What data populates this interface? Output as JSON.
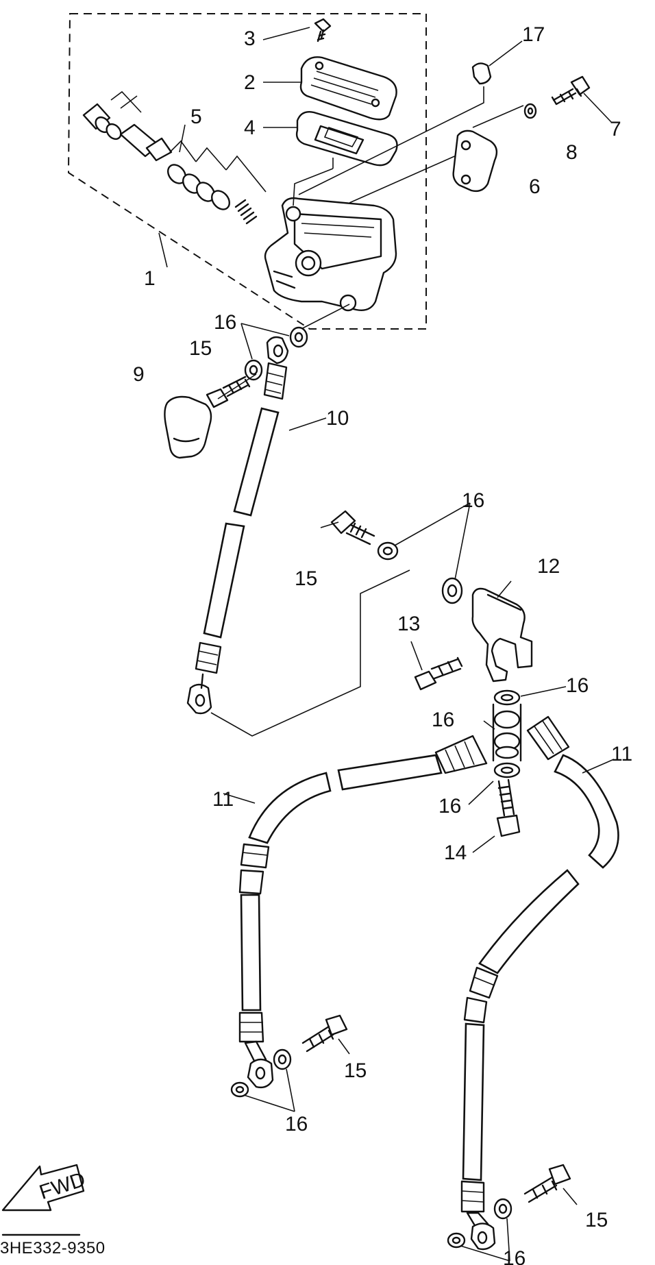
{
  "diagram": {
    "part_code": "3HE332-9350",
    "fwd_label": "FWD",
    "callouts": {
      "p1": "1",
      "p2": "2",
      "p3": "3",
      "p4": "4",
      "p5": "5",
      "p6": "6",
      "p7": "7",
      "p8": "8",
      "p9": "9",
      "p10": "10",
      "p11a": "11",
      "p11b": "11",
      "p12": "12",
      "p13": "13",
      "p14": "14",
      "p15a": "15",
      "p15b": "15",
      "p15c": "15",
      "p15d": "15",
      "p16a": "16",
      "p16b": "16",
      "p16c": "16",
      "p16d": "16",
      "p16e": "16",
      "p16f": "16",
      "p16g": "16",
      "p17": "17"
    }
  }
}
